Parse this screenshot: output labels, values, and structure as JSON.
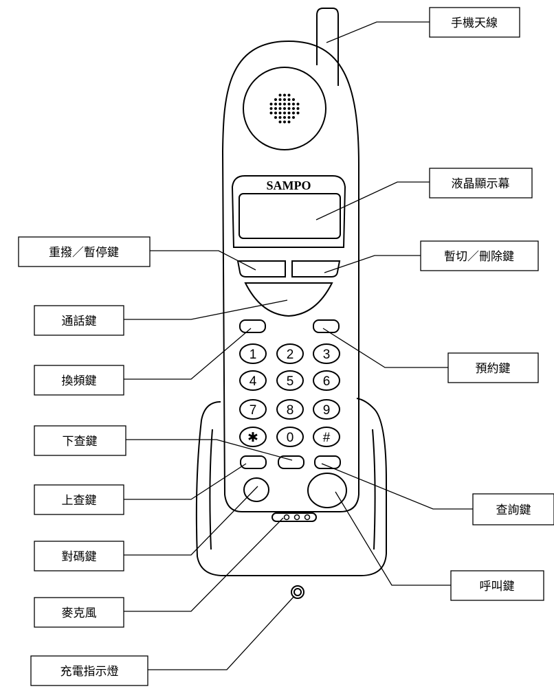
{
  "brand": "SAMPO",
  "keypad": [
    "1",
    "2",
    "3",
    "4",
    "5",
    "6",
    "7",
    "8",
    "9",
    "✱",
    "0",
    "#"
  ],
  "labels": {
    "antenna": "手機天線",
    "lcd": "液晶顯示幕",
    "redial_pause": "重撥／暫停鍵",
    "flash_delete": "暫切／刪除鍵",
    "talk": "通話鍵",
    "channel": "換頻鍵",
    "reserve": "預約鍵",
    "down_search": "下查鍵",
    "up_search": "上查鍵",
    "lookup": "查詢鍵",
    "pairing": "對碼鍵",
    "page": "呼叫鍵",
    "microphone": "麥克風",
    "charge_indicator": "充電指示燈"
  }
}
